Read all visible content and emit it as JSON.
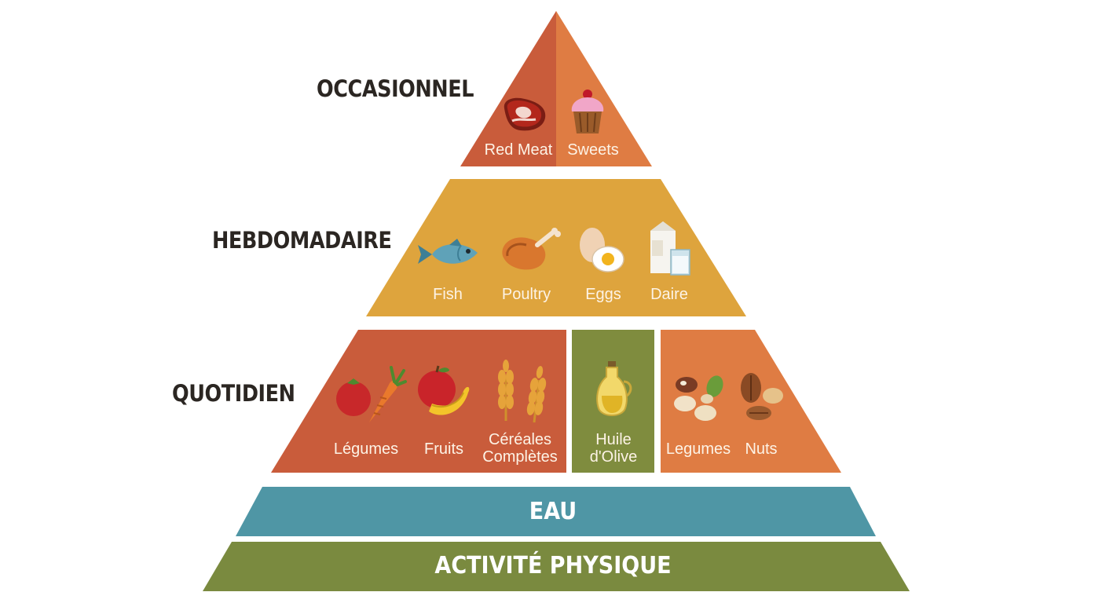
{
  "levels": {
    "occasionnel": "OCCASIONNEL",
    "hebdomadaire": "HEBDOMADAIRE",
    "quotidien": "QUOTIDIEN"
  },
  "top": {
    "red_meat": "Red Meat",
    "sweets": "Sweets"
  },
  "weekly": {
    "fish": "Fish",
    "poultry": "Poultry",
    "eggs": "Eggs",
    "daire": "Daire"
  },
  "daily": {
    "legumes_veg": "Légumes",
    "fruits": "Fruits",
    "cereales_1": "Céréales",
    "cereales_2": "Complètes",
    "huile_1": "Huile",
    "huile_2": "d'Olive",
    "legumes_beans": "Legumes",
    "nuts": "Nuts"
  },
  "bands": {
    "water": "EAU",
    "activity": "ACTIVITÉ PHYSIQUE"
  },
  "colors": {
    "terracotta": "#c95c3b",
    "orange": "#df7c43",
    "mustard": "#dea43d",
    "olive": "#7f8c3e",
    "teal": "#4f96a5",
    "green": "#7a8a3f"
  },
  "icons": [
    "steak-icon",
    "cupcake-icon",
    "fish-icon",
    "poultry-icon",
    "eggs-icon",
    "milk-icon",
    "vegetables-icon",
    "fruits-icon",
    "wheat-icon",
    "olive-oil-icon",
    "beans-icon",
    "nuts-icon"
  ]
}
